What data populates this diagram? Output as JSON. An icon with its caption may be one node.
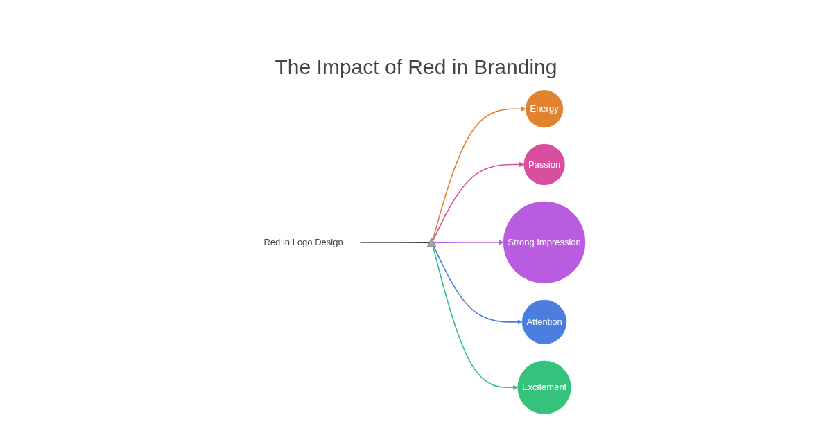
{
  "diagram": {
    "title": "The Impact of Red in Branding",
    "nodes": [
      {
        "text": [
          "Red in Logo Design"
        ]
      },
      {
        "text": [],
        "shape": "triangle"
      },
      {
        "text": [
          "Energy"
        ]
      },
      {
        "text": [
          "Passion"
        ]
      },
      {
        "text": [
          "Strong Impression"
        ]
      },
      {
        "text": [
          "Attention"
        ]
      },
      {
        "text": [
          "Excitement"
        ]
      }
    ],
    "edges": [
      {
        "from": 0,
        "to": 1,
        "arrow": "none"
      },
      {
        "from": 1,
        "to": 2,
        "arrow": "to",
        "color": "#e0822f"
      },
      {
        "from": 1,
        "to": 3,
        "arrow": "to",
        "color": "#d94fa0"
      },
      {
        "from": 1,
        "to": 4,
        "arrow": "to",
        "color": "#b95ce0"
      },
      {
        "from": 1,
        "to": 5,
        "arrow": "to",
        "color": "#4a7fe0"
      },
      {
        "from": 1,
        "to": 6,
        "arrow": "to",
        "color": "#34c27d"
      }
    ]
  }
}
